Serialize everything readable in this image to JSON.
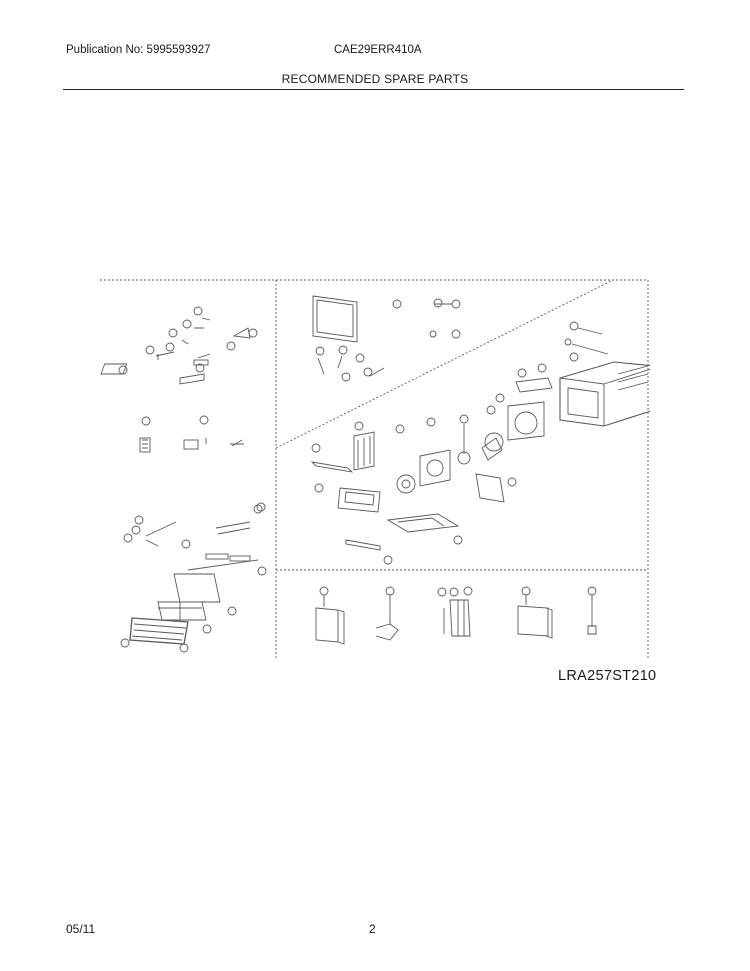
{
  "header": {
    "publication": "Publication No: 5995593927",
    "model": "CAE29ERR410A",
    "section_title": "RECOMMENDED SPARE PARTS"
  },
  "diagram": {
    "reference_code": "LRA257ST210",
    "line_color": "#5a5a5a"
  },
  "footer": {
    "date": "05/11",
    "page_number": "2"
  }
}
